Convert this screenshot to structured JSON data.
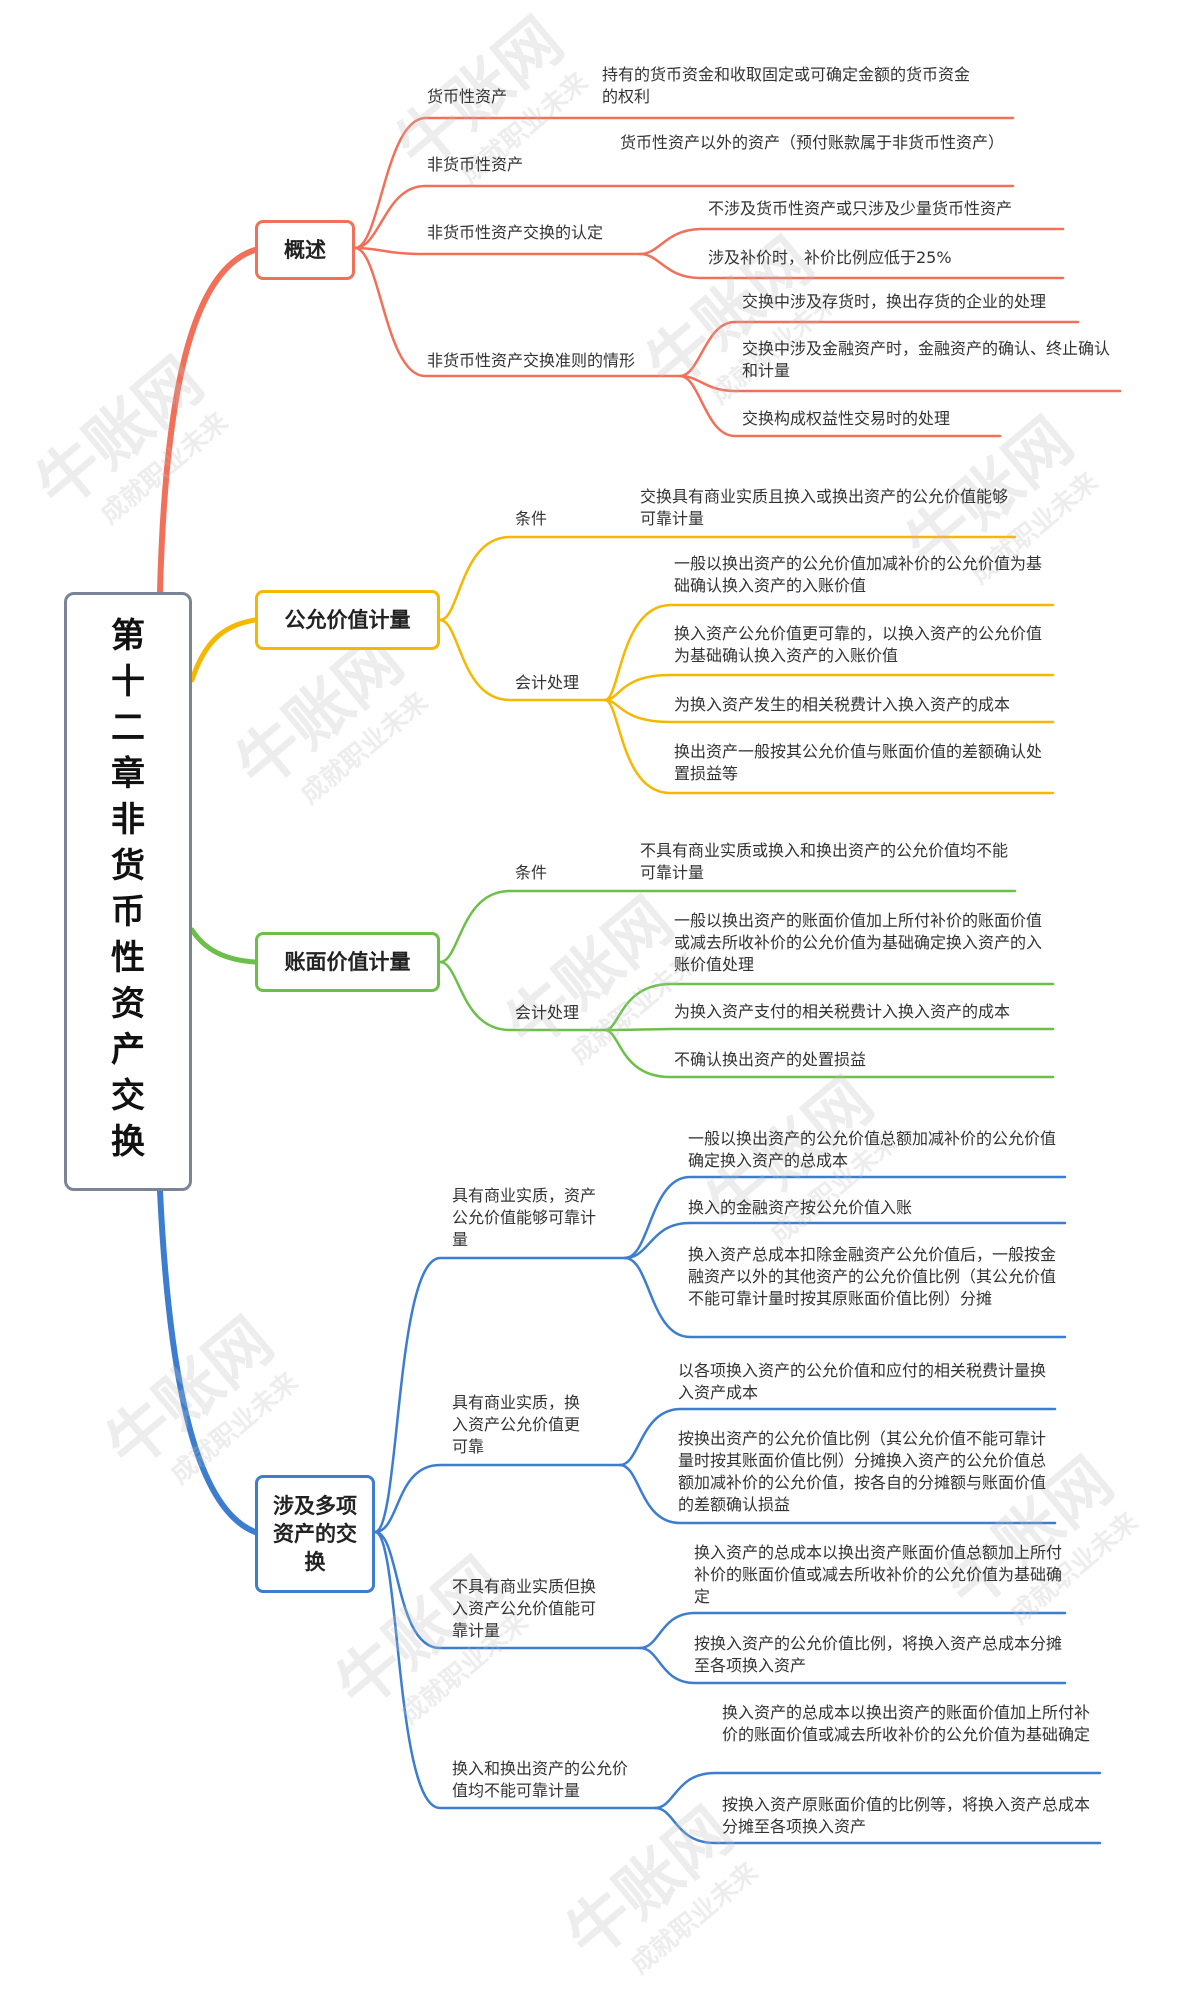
{
  "root": {
    "title": "第十二章非货币性资产交换"
  },
  "watermark": {
    "brand": "牛账网",
    "slogan": "成就职业未来"
  },
  "colors": {
    "red": "#f0705a",
    "yellow": "#f5b700",
    "green": "#6cc04a",
    "blue": "#3c7dd0"
  },
  "sections": {
    "overview": {
      "title": "概述",
      "monetary": {
        "label": "货币性资产",
        "desc": "持有的货币资金和收取固定或可确定金额的货币资金的权利"
      },
      "nonmonetary": {
        "label": "非货币性资产",
        "desc": "货币性资产以外的资产（预付账款属于非货币性资产）"
      },
      "recognition": {
        "label": "非货币性资产交换的认定",
        "items": [
          "不涉及货币性资产或只涉及少量货币性资产",
          "涉及补价时，补价比例应低于25%"
        ]
      },
      "scope": {
        "label": "非货币性资产交换准则的情形",
        "items": [
          "交换中涉及存货时，换出存货的企业的处理",
          "交换中涉及金融资产时，金融资产的确认、终止确认和计量",
          "交换构成权益性交易时的处理"
        ]
      }
    },
    "fairvalue": {
      "title": "公允价值计量",
      "condition": {
        "label": "条件",
        "desc": "交换具有商业实质且换入或换出资产的公允价值能够可靠计量"
      },
      "accounting": {
        "label": "会计处理",
        "items": [
          "一般以换出资产的公允价值加减补价的公允价值为基础确认换入资产的入账价值",
          "换入资产公允价值更可靠的，以换入资产的公允价值为基础确认换入资产的入账价值",
          "为换入资产发生的相关税费计入换入资产的成本",
          "换出资产一般按其公允价值与账面价值的差额确认处置损益等"
        ]
      }
    },
    "bookvalue": {
      "title": "账面价值计量",
      "condition": {
        "label": "条件",
        "desc": "不具有商业实质或换入和换出资产的公允价值均不能可靠计量"
      },
      "accounting": {
        "label": "会计处理",
        "items": [
          "一般以换出资产的账面价值加上所付补价的账面价值或减去所收补价的公允价值为基础确定换入资产的入账价值处理",
          "为换入资产支付的相关税费计入换入资产的成本",
          "不确认换出资产的处置损益"
        ]
      }
    },
    "multi": {
      "title": "涉及多项资产的交换",
      "groups": [
        {
          "label": "具有商业实质，资产公允价值能够可靠计量",
          "items": [
            "一般以换出资产的公允价值总额加减补价的公允价值确定换入资产的总成本",
            "换入的金融资产按公允价值入账",
            "换入资产总成本扣除金融资产公允价值后，一般按金融资产以外的其他资产的公允价值比例（其公允价值不能可靠计量时按其原账面价值比例）分摊"
          ]
        },
        {
          "label": "具有商业实质，换入资产公允价值更可靠",
          "items": [
            "以各项换入资产的公允价值和应付的相关税费计量换入资产成本",
            "按换出资产的公允价值比例（其公允价值不能可靠计量时按其账面价值比例）分摊换入资产的公允价值总额加减补价的公允价值，按各自的分摊额与账面价值的差额确认损益"
          ]
        },
        {
          "label": "不具有商业实质但换入资产公允价值能可靠计量",
          "items": [
            "换入资产的总成本以换出资产账面价值总额加上所付补价的账面价值或减去所收补价的公允价值为基础确定",
            "按换入资产的公允价值比例，将换入资产总成本分摊至各项换入资产"
          ]
        },
        {
          "label": "换入和换出资产的公允价值均不能可靠计量",
          "items": [
            "换入资产的总成本以换出资产的账面价值加上所付补价的账面价值或减去所收补价的公允价值为基础确定",
            "按换入资产原账面价值的比例等，将换入资产总成本分摊至各项换入资产"
          ]
        }
      ]
    }
  }
}
